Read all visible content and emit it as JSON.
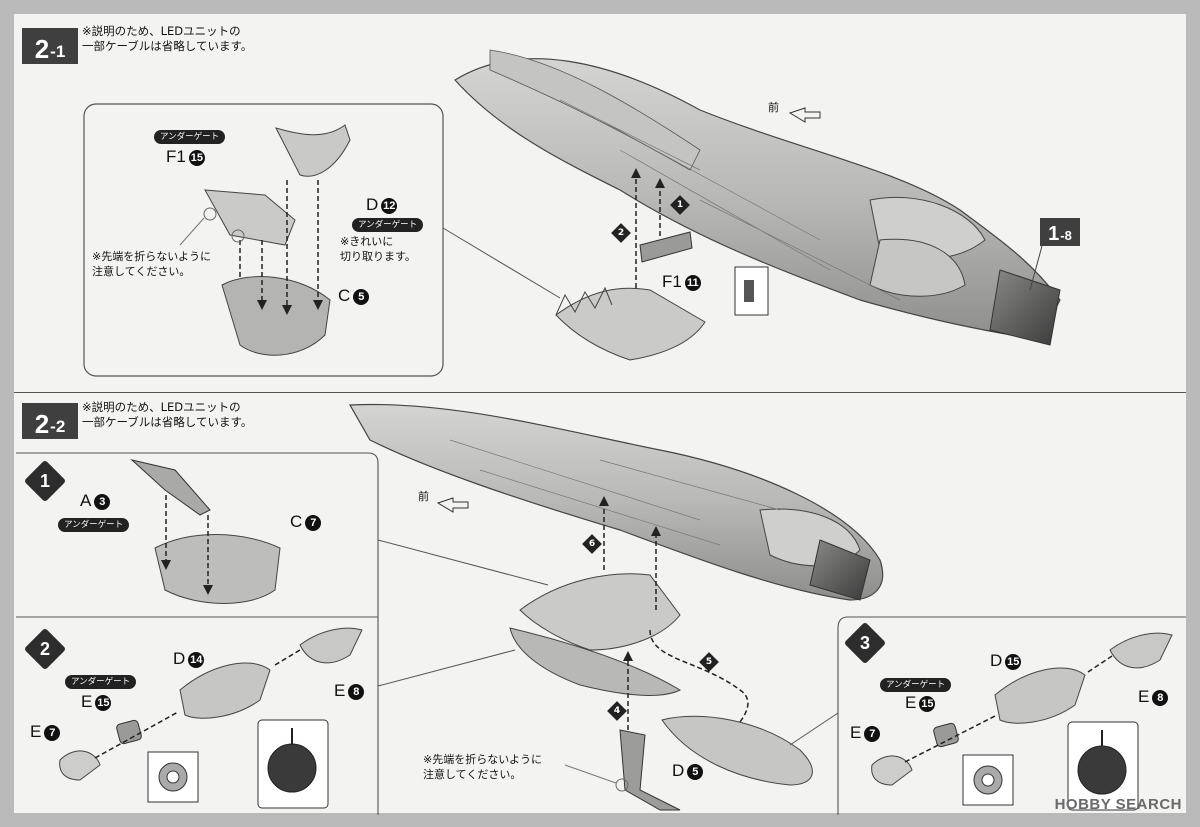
{
  "section1": {
    "step_major": "2",
    "step_minor": "-1",
    "note": "※説明のため、LEDユニットの\n一部ケーブルは省略しています。",
    "ref_step": {
      "major": "1",
      "minor": "-8"
    },
    "front_label": "前",
    "inset": {
      "under_gate_a": "アンダーゲート",
      "part_f1_label": "F1",
      "part_f1_num": "15",
      "part_d_label": "D",
      "part_d_num": "12",
      "under_gate_b": "アンダーゲート",
      "cut_note": "※きれいに\n切り取ります。",
      "tip_note": "※先端を折らないように\n注意してください。",
      "part_c_label": "C",
      "part_c_num": "5"
    },
    "order_1": "1",
    "order_2": "2",
    "part_f1b_label": "F1",
    "part_f1b_num": "11"
  },
  "section2": {
    "step_major": "2",
    "step_minor": "-2",
    "note": "※説明のため、LEDユニットの\n一部ケーブルは省略しています。",
    "front_label": "前",
    "sub1": {
      "badge": "1",
      "part_a_label": "A",
      "part_a_num": "3",
      "under_gate": "アンダーゲート",
      "part_c_label": "C",
      "part_c_num": "7"
    },
    "sub2": {
      "badge": "2",
      "part_d_label": "D",
      "part_d_num": "14",
      "under_gate": "アンダーゲート",
      "part_e15_label": "E",
      "part_e15_num": "15",
      "part_e7_label": "E",
      "part_e7_num": "7",
      "part_e8_label": "E",
      "part_e8_num": "8"
    },
    "sub3": {
      "badge": "3",
      "part_d_label": "D",
      "part_d_num": "15",
      "under_gate": "アンダーゲート",
      "part_e15_label": "E",
      "part_e15_num": "15",
      "part_e7_label": "E",
      "part_e7_num": "7",
      "part_e8_label": "E",
      "part_e8_num": "8"
    },
    "order_4": "4",
    "order_5": "5",
    "order_6": "6",
    "tip_note": "※先端を折らないように\n注意してください。",
    "part_d5_label": "D",
    "part_d5_num": "5"
  },
  "watermark": "HOBBY SEARCH"
}
